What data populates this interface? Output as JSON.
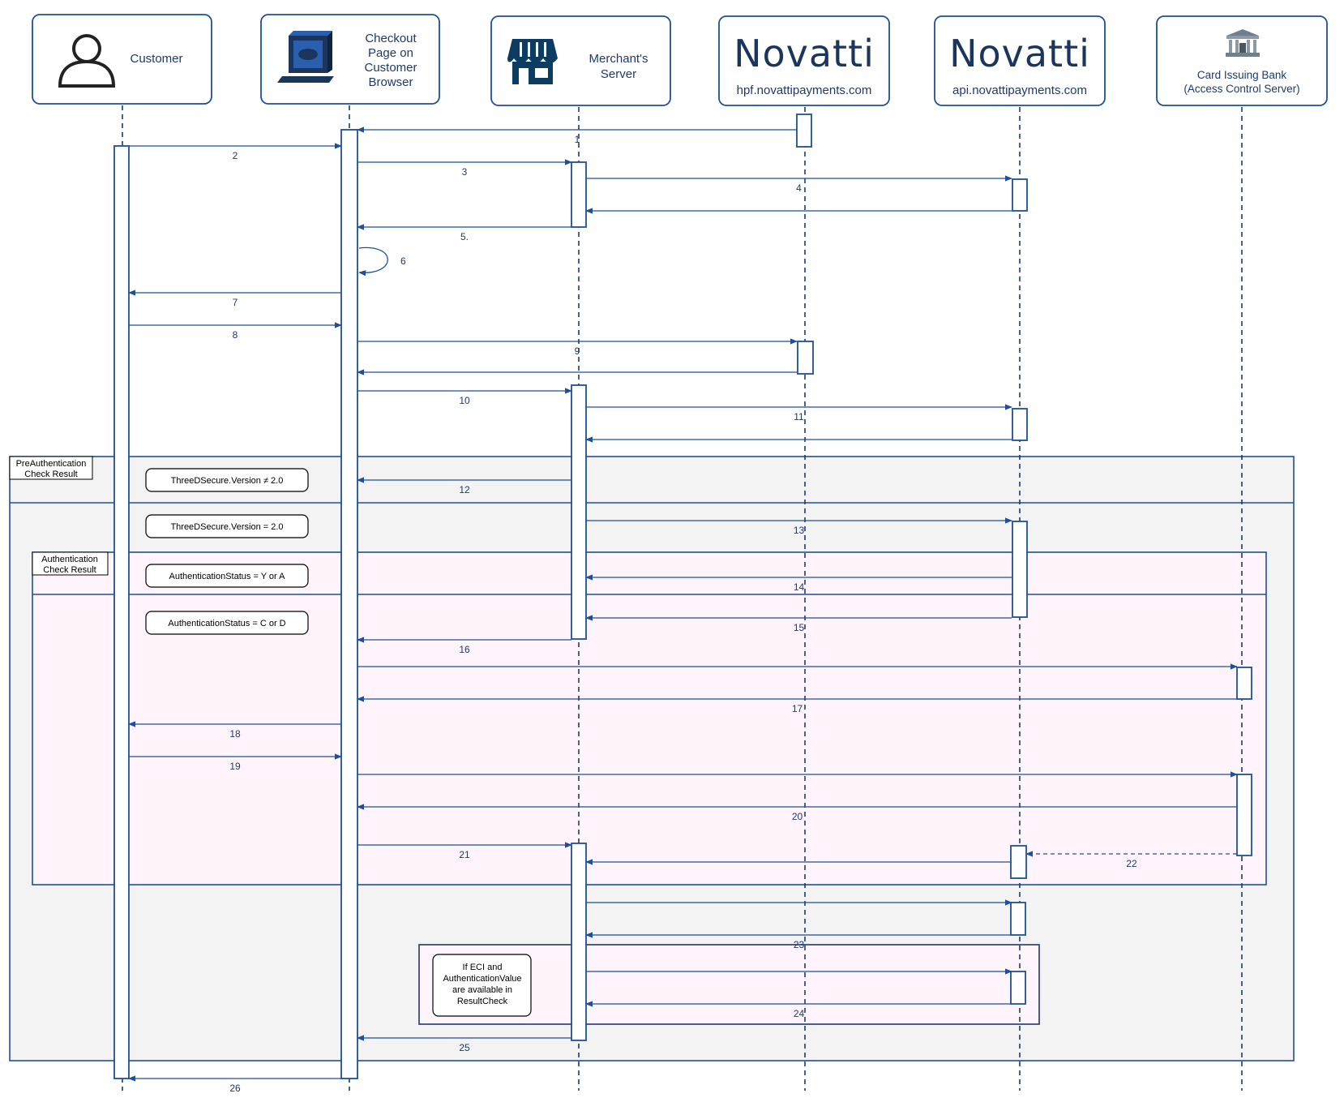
{
  "participants": [
    {
      "id": "customer",
      "label_lines": [
        "Customer"
      ],
      "icon": "person-icon"
    },
    {
      "id": "browser",
      "label_lines": [
        "Checkout",
        "Page on",
        "Customer",
        "Browser"
      ],
      "icon": "computer-icon"
    },
    {
      "id": "merchant",
      "label_lines": [
        "Merchant's",
        "Server"
      ],
      "icon": "store-icon"
    },
    {
      "id": "hpf",
      "logo": "Novatti",
      "domain": "hpf.novattipayments.com"
    },
    {
      "id": "api",
      "logo": "Novatti",
      "domain": "api.novattipayments.com"
    },
    {
      "id": "bank",
      "label_lines": [
        "Card Issuing Bank",
        "(Access Control Server)"
      ],
      "icon": "bank-icon"
    }
  ],
  "messages": [
    {
      "label": "1",
      "from": "hpf",
      "to": "browser"
    },
    {
      "label": "2",
      "from": "customer",
      "to": "browser"
    },
    {
      "label": "3",
      "from": "browser",
      "to": "merchant"
    },
    {
      "label": "4",
      "from": "merchant",
      "to": "api"
    },
    {
      "label": "",
      "from": "api",
      "to": "merchant"
    },
    {
      "label": "5.",
      "from": "merchant",
      "to": "browser"
    },
    {
      "label": "6",
      "from": "browser",
      "to": "browser"
    },
    {
      "label": "7",
      "from": "browser",
      "to": "customer"
    },
    {
      "label": "8",
      "from": "customer",
      "to": "browser"
    },
    {
      "label": "9",
      "from": "browser",
      "to": "hpf"
    },
    {
      "label": "",
      "from": "hpf",
      "to": "browser"
    },
    {
      "label": "10",
      "from": "browser",
      "to": "merchant"
    },
    {
      "label": "11",
      "from": "merchant",
      "to": "api"
    },
    {
      "label": "",
      "from": "api",
      "to": "merchant"
    },
    {
      "label": "12",
      "from": "merchant",
      "to": "browser"
    },
    {
      "label": "13",
      "from": "merchant",
      "to": "api"
    },
    {
      "label": "14",
      "from": "api",
      "to": "merchant"
    },
    {
      "label": "15",
      "from": "api",
      "to": "merchant"
    },
    {
      "label": "16",
      "from": "merchant",
      "to": "browser"
    },
    {
      "label": "",
      "from": "browser",
      "to": "bank"
    },
    {
      "label": "17",
      "from": "bank",
      "to": "browser"
    },
    {
      "label": "18",
      "from": "browser",
      "to": "customer"
    },
    {
      "label": "19",
      "from": "customer",
      "to": "browser"
    },
    {
      "label": "",
      "from": "browser",
      "to": "bank"
    },
    {
      "label": "20",
      "from": "bank",
      "to": "browser"
    },
    {
      "label": "21",
      "from": "browser",
      "to": "merchant"
    },
    {
      "label": "22",
      "from": "bank",
      "to": "api",
      "style": "dashed"
    },
    {
      "label": "",
      "from": "api",
      "to": "merchant"
    },
    {
      "label": "",
      "from": "merchant",
      "to": "api"
    },
    {
      "label": "23",
      "from": "api",
      "to": "merchant"
    },
    {
      "label": "",
      "from": "merchant",
      "to": "api"
    },
    {
      "label": "24",
      "from": "api",
      "to": "merchant"
    },
    {
      "label": "25",
      "from": "merchant",
      "to": "browser"
    },
    {
      "label": "26",
      "from": "browser",
      "to": "customer"
    }
  ],
  "frames": [
    {
      "label_lines": [
        "PreAuthentication",
        "Check Result"
      ]
    },
    {
      "label_lines": [
        "Authentication",
        "Check Result"
      ]
    }
  ],
  "conditions": [
    {
      "text": "ThreeDSecure.Version ≠ 2.0"
    },
    {
      "text": "ThreeDSecure.Version = 2.0"
    },
    {
      "text": "AuthenticationStatus = Y or A"
    },
    {
      "text": "AuthenticationStatus = C or D"
    }
  ],
  "note": {
    "lines": [
      "If ECI and",
      "AuthenticationValue",
      "are available in",
      "ResultCheck"
    ]
  },
  "colors": {
    "line": "#1f4f99",
    "frame_gray": "#f3f3f3",
    "frame_pink": "#fff4fc",
    "text": "#1f3a6b",
    "logo": "#1b365d"
  }
}
